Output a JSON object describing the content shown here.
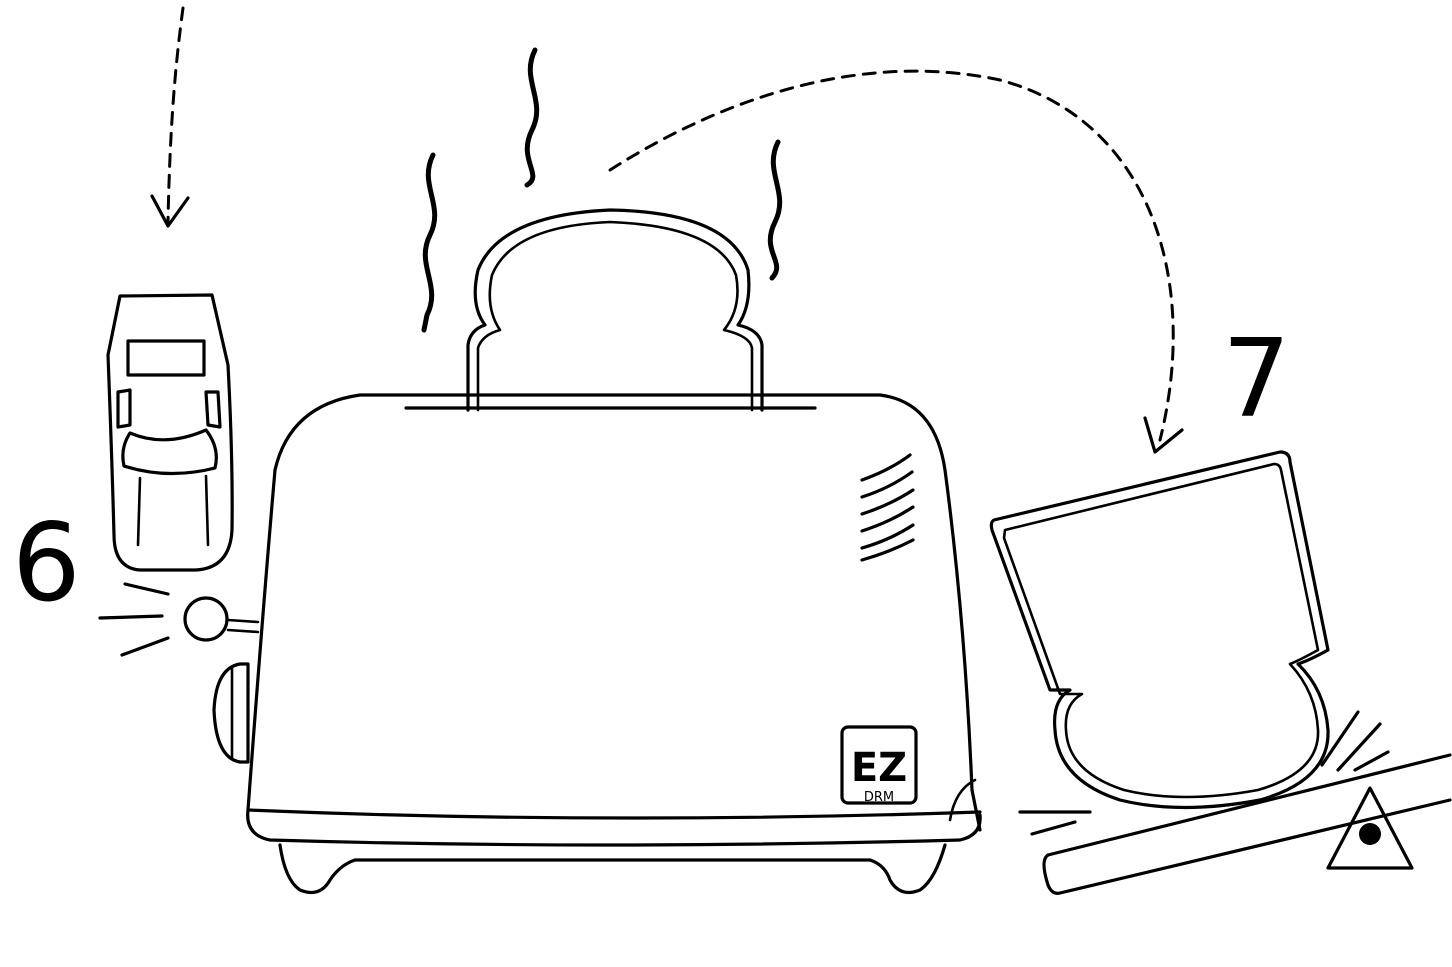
{
  "steps": {
    "step6": "6",
    "step7": "7"
  },
  "logo": {
    "main": "EZ",
    "sub": "DRM"
  },
  "colors": {
    "ink": "#000000",
    "background": "#ffffff"
  }
}
